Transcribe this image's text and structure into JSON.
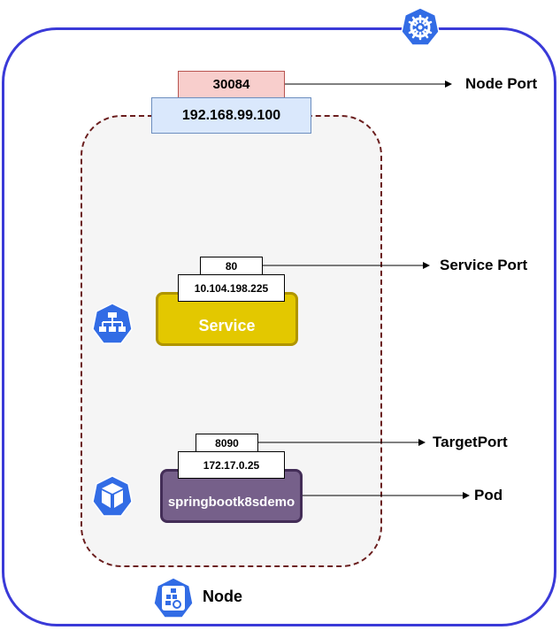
{
  "node_port": {
    "value": "30084",
    "label": "Node Port"
  },
  "node_ip": "192.168.99.100",
  "service": {
    "port": "80",
    "ip": "10.104.198.225",
    "name": "Service",
    "port_label": "Service Port"
  },
  "pod": {
    "target_port": "8090",
    "ip": "172.17.0.25",
    "name": "springbootk8sdemo",
    "target_port_label": "TargetPort",
    "label": "Pod"
  },
  "node": {
    "label": "Node"
  },
  "colors": {
    "node_border": "#3a3ad8",
    "node_port_fill": "#f8cecc",
    "node_ip_fill": "#dae8fc",
    "service_fill": "#e3c800",
    "pod_fill": "#76608a",
    "k8s_icon_blue": "#326ce5",
    "pod_area_border": "#6b1e1e"
  },
  "icons": [
    "kubernetes-helm-icon",
    "service-icon",
    "pod-icon",
    "node-icon"
  ]
}
